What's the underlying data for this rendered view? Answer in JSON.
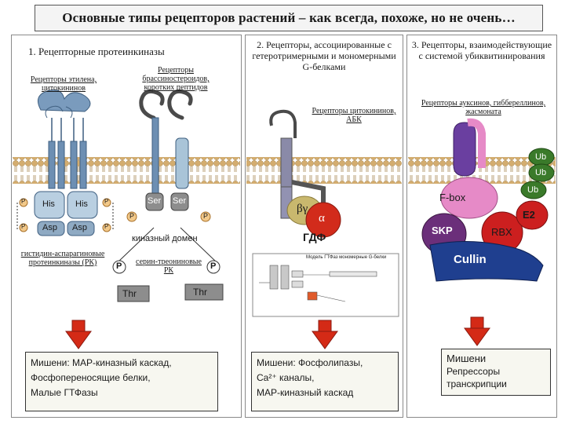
{
  "title": "Основные типы рецепторов растений – как всегда, похоже, но не очень…",
  "col1": {
    "header": "1. Рецепторные протеинкиназы",
    "rec_left": "Рецепторы этилена, цитокининов",
    "rec_right": "Рецепторы брассиностероидов, коротких пептидов",
    "kinase_domain": "киназный домен",
    "his_rk": "гистидин-аспарагиновые протеинкиназы (РК)",
    "ser_rk": "серин-треониновые РК",
    "his": "His",
    "asp": "Asp",
    "ser": "Ser",
    "thr": "Thr",
    "p": "P",
    "target_label": "Мишени:",
    "target_1": "МАР-киназный каскад,",
    "target_2": "Фосфопереносящие белки,",
    "target_3": "Малые ГТФазы"
  },
  "col2": {
    "header": "2. Рецепторы, ассоциированные с гетеротримерными и мономерными G-белками",
    "rec": "Рецепторы цитокининов, АБК",
    "beta_gamma": "βγ",
    "alpha": "α",
    "gdp": "ГДФ",
    "inset_title": "Модель ГТФаз мономерные G-белки",
    "target_label": "Мишени:",
    "target_1": "Фосфолипазы,",
    "target_2": "Ca²⁺ каналы,",
    "target_3": "МАР-киназный каскад"
  },
  "col3": {
    "header": "3. Рецепторы, взаимодействующие с системой убиквитинирования",
    "rec": "Рецепторы ауксинов, гиббереллинов, жасмоната",
    "ub": "Ub",
    "fbox": "F-box",
    "skp": "SKP",
    "rbx": "RBX",
    "e2": "E2",
    "cullin": "Cullin",
    "target_label": "Мишени",
    "target_1": "Репрессоры",
    "target_2": "транскрипции"
  },
  "colors": {
    "membrane": "#d9b47a",
    "receptor_blue": "#5a7fa8",
    "receptor_light": "#a9c4d8",
    "receptor_grey": "#8a8aa8",
    "p_fill": "#f2c98a",
    "ser_fill": "#9a9a9a",
    "alpha_red": "#d22b1b",
    "skp_purple": "#6b2f7a",
    "rbx_red": "#cc1f1f",
    "cullin_blue": "#1f3f8f",
    "fbox_pink": "#e68ac7",
    "ub_green": "#3a7a2a",
    "arrow_red": "#d42a16"
  }
}
